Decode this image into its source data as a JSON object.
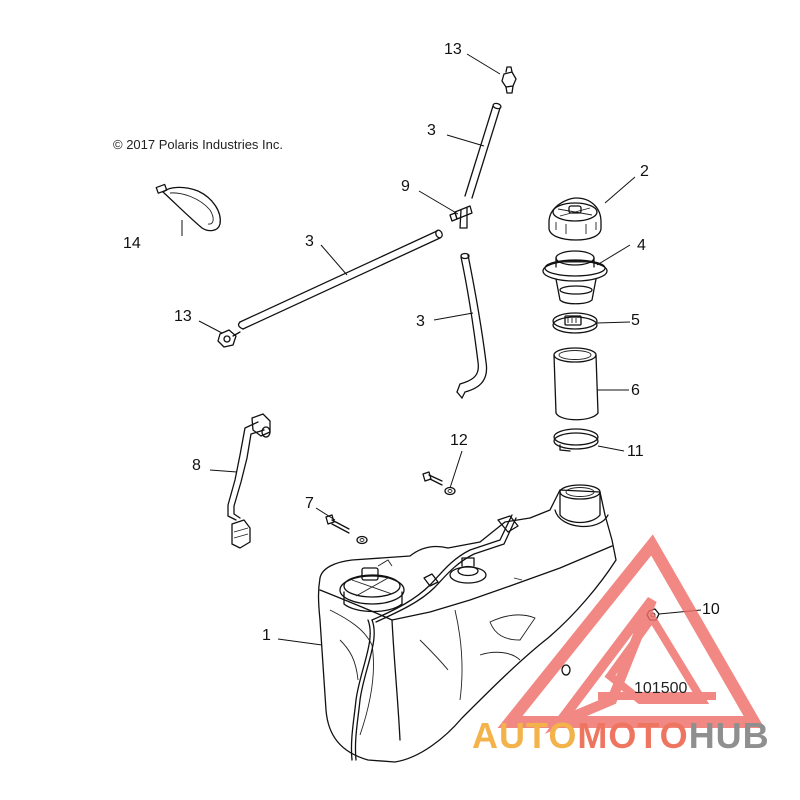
{
  "copyright": "© 2017 Polaris Industries Inc.",
  "figure_id": "101500",
  "callouts": [
    {
      "id": "c1",
      "label": "1"
    },
    {
      "id": "c2",
      "label": "2"
    },
    {
      "id": "c3a",
      "label": "3"
    },
    {
      "id": "c3b",
      "label": "3"
    },
    {
      "id": "c3c",
      "label": "3"
    },
    {
      "id": "c4",
      "label": "4"
    },
    {
      "id": "c5",
      "label": "5"
    },
    {
      "id": "c6",
      "label": "6"
    },
    {
      "id": "c7",
      "label": "7"
    },
    {
      "id": "c8",
      "label": "8"
    },
    {
      "id": "c9",
      "label": "9"
    },
    {
      "id": "c10",
      "label": "10"
    },
    {
      "id": "c11",
      "label": "11"
    },
    {
      "id": "c12",
      "label": "12"
    },
    {
      "id": "c13a",
      "label": "13"
    },
    {
      "id": "c13b",
      "label": "13"
    },
    {
      "id": "c14",
      "label": "14"
    }
  ],
  "watermark": {
    "auto": "AUTO",
    "moto": "MOTO",
    "hub": "HUB",
    "colors": {
      "auto": "#f3b24a",
      "moto": "#ee7560",
      "hub": "#8f8f8f",
      "logo": "#ef6f6a"
    }
  }
}
